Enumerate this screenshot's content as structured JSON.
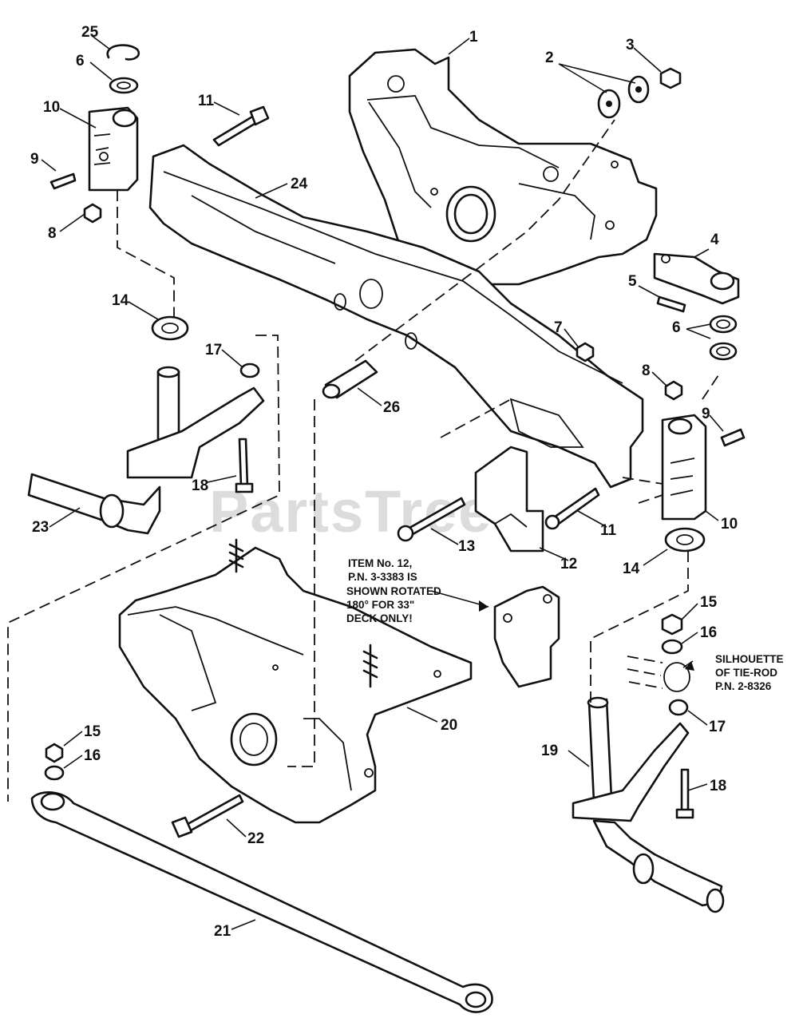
{
  "watermark": "PartsTree",
  "callouts": {
    "c1": "1",
    "c2": "2",
    "c3": "3",
    "c4": "4",
    "c5": "5",
    "c6a": "6",
    "c6b": "6",
    "c7": "7",
    "c8a": "8",
    "c8b": "8",
    "c9a": "9",
    "c9b": "9",
    "c10a": "10",
    "c10b": "10",
    "c11a": "11",
    "c11b": "11",
    "c12": "12",
    "c13": "13",
    "c14a": "14",
    "c14b": "14",
    "c15a": "15",
    "c15b": "15",
    "c16a": "16",
    "c16b": "16",
    "c17a": "17",
    "c17b": "17",
    "c18a": "18",
    "c18b": "18",
    "c19": "19",
    "c20": "20",
    "c21": "21",
    "c22": "22",
    "c23": "23",
    "c24": "24",
    "c25": "25",
    "c26": "26"
  },
  "notes": {
    "item12": [
      "ITEM No. 12,",
      "P.N. 3-3383 IS",
      "SHOWN ROTATED",
      "180° FOR 33\"",
      "DECK ONLY!"
    ],
    "tierod": [
      "SILHOUETTE",
      "OF TIE-ROD",
      "P.N. 2-8326"
    ]
  }
}
